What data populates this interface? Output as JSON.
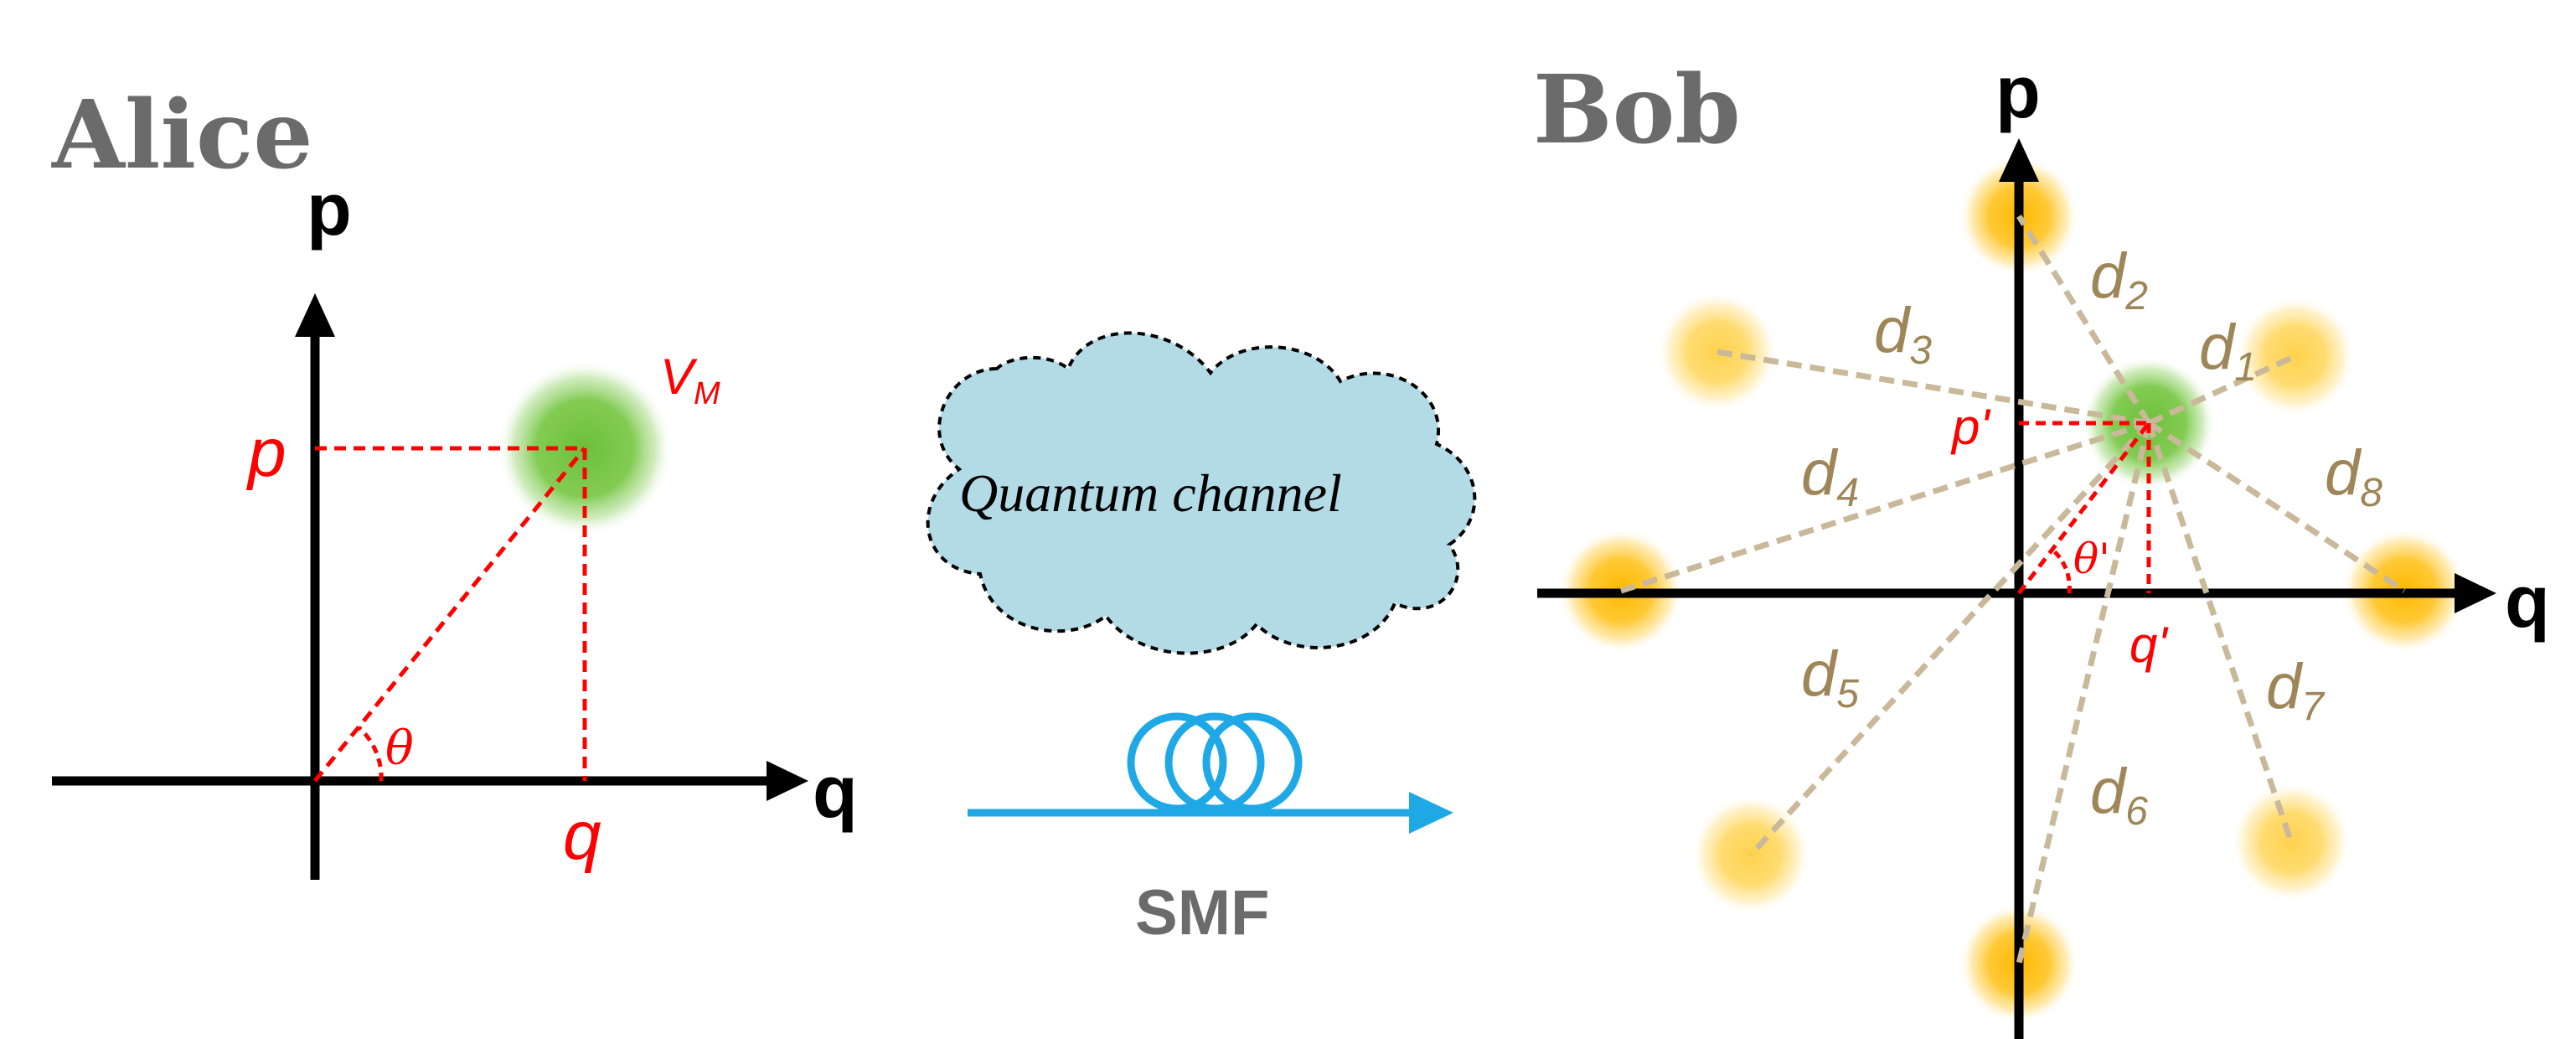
{
  "alice": {
    "title": "Alice",
    "axis_p": "p",
    "axis_q": "q",
    "label_p": "p",
    "label_q": "q",
    "label_theta": "θ",
    "label_vm": "V",
    "label_vm_sub": "M"
  },
  "channel": {
    "cloud_label": "Quantum channel",
    "fiber_label": "SMF"
  },
  "bob": {
    "title": "Bob",
    "axis_p": "p",
    "axis_q": "q",
    "label_p_prime": "p'",
    "label_q_prime": "q'",
    "label_theta_prime": "θ'",
    "distance_symbol": "d",
    "distances": [
      "1",
      "2",
      "3",
      "4",
      "5",
      "6",
      "7",
      "8"
    ]
  },
  "colors": {
    "alice_state": "#6dbf3a",
    "bob_state": "#6dbf3a",
    "constellation": "#ffc20e",
    "measurement_lines": "#ff0000",
    "distance_lines": "#c9b99a",
    "distance_labels": "#9e8658",
    "cloud_fill": "#b3dbe6",
    "fiber": "#1fa8e6",
    "titles": "#6b6b6b"
  }
}
